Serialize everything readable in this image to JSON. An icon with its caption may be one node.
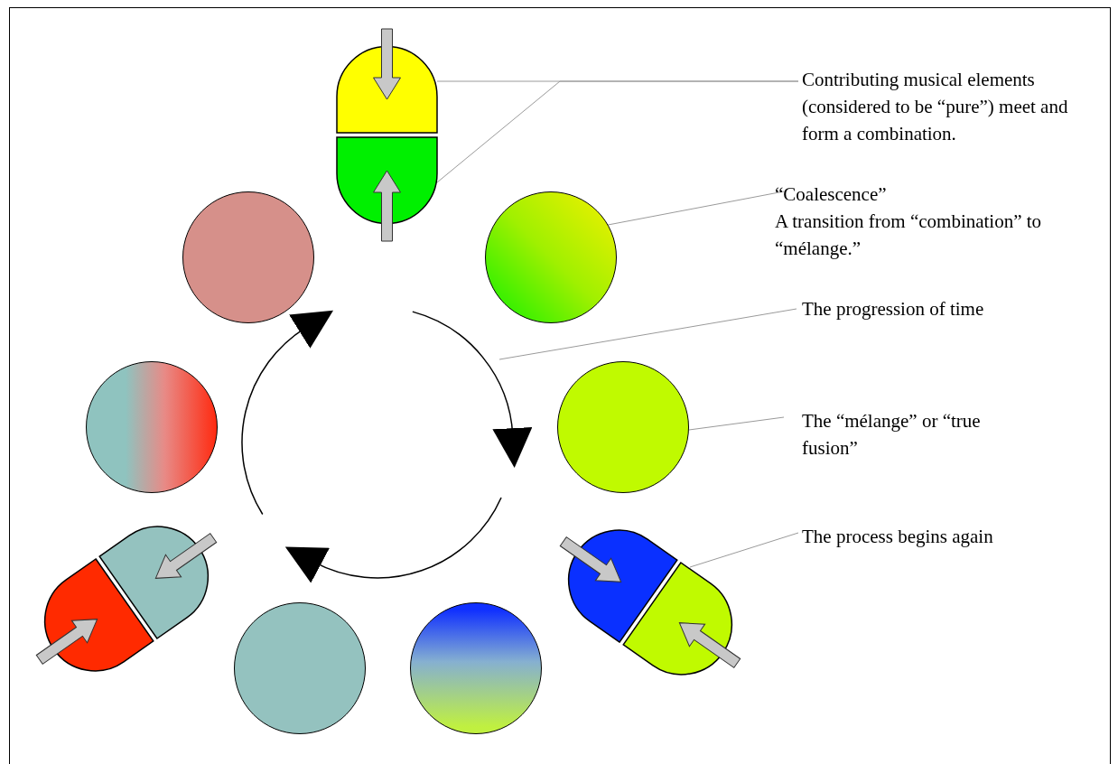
{
  "diagram": {
    "nodes": [
      {
        "text": [
          "Contributing musical elements (considered to be “pure”) meet and form a combination."
        ]
      },
      {
        "text": [],
        "shape": "capsule"
      },
      {
        "text": [],
        "shape": "capsule"
      },
      {
        "text": [
          "“Coalescence”",
          "A transition from “combination” to “mélange.”"
        ]
      },
      {
        "text": [],
        "shape": "circle"
      },
      {
        "text": [
          "The progression of time"
        ]
      },
      {
        "text": [
          "The “mélange” or “true fusion”"
        ]
      },
      {
        "text": [],
        "shape": "circle"
      },
      {
        "text": [
          "The process begins again"
        ]
      },
      {
        "text": [],
        "shape": "capsule"
      },
      {
        "text": [],
        "shape": "capsule"
      },
      {
        "text": [],
        "shape": "circle"
      },
      {
        "text": [],
        "shape": "circle"
      },
      {
        "text": [],
        "shape": "capsule"
      },
      {
        "text": [],
        "shape": "capsule"
      },
      {
        "text": [],
        "shape": "circle"
      },
      {
        "text": [],
        "shape": "circle"
      }
    ],
    "edges": [
      {
        "from": 0,
        "to": 1,
        "arrow": "none"
      },
      {
        "from": 0,
        "to": 2,
        "arrow": "none"
      },
      {
        "from": 3,
        "to": 4,
        "arrow": "none"
      },
      {
        "from": 5,
        "to": null,
        "arrow": "none"
      },
      {
        "from": 6,
        "to": 7,
        "arrow": "none"
      },
      {
        "from": 8,
        "to": 10,
        "arrow": "none"
      }
    ]
  }
}
